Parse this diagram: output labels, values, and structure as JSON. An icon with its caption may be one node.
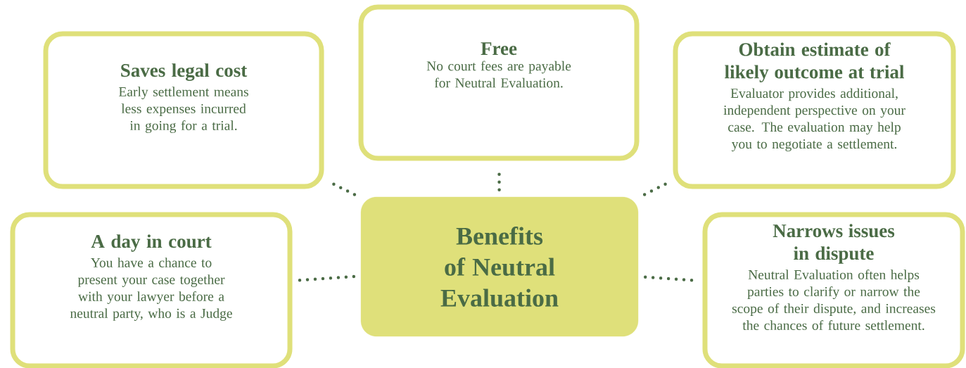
{
  "diagram": {
    "nodes": [
      {
        "text": [
          "Benefits of Neutral Evaluation"
        ]
      },
      {
        "text": [
          "Saves legal cost",
          "Early settlement means less expenses incurred in going for a trial."
        ]
      },
      {
        "text": [
          "Free",
          "No court fees are payable for Neutral Evaluation."
        ]
      },
      {
        "text": [
          "Obtain estimate of likely outcome at trial",
          "Evaluator provides additional, independent perspective on your case. The evaluation may help you to negotiate a settlement."
        ]
      },
      {
        "text": [
          "A day in court",
          "You have a chance to present your case together with your lawyer before a neutral party, who is a Judge"
        ]
      },
      {
        "text": [
          "Narrows issues in dispute",
          "Neutral Evaluation often helps parties to clarify or narrow the scope of their dispute, and increases the chances of future settlement."
        ]
      }
    ],
    "edges": [
      {
        "from": 0,
        "to": 1,
        "arrow": "none"
      },
      {
        "from": 0,
        "to": 2,
        "arrow": "none"
      },
      {
        "from": 0,
        "to": 3,
        "arrow": "none"
      },
      {
        "from": 0,
        "to": 4,
        "arrow": "none"
      },
      {
        "from": 0,
        "to": 5,
        "arrow": "none"
      }
    ]
  }
}
